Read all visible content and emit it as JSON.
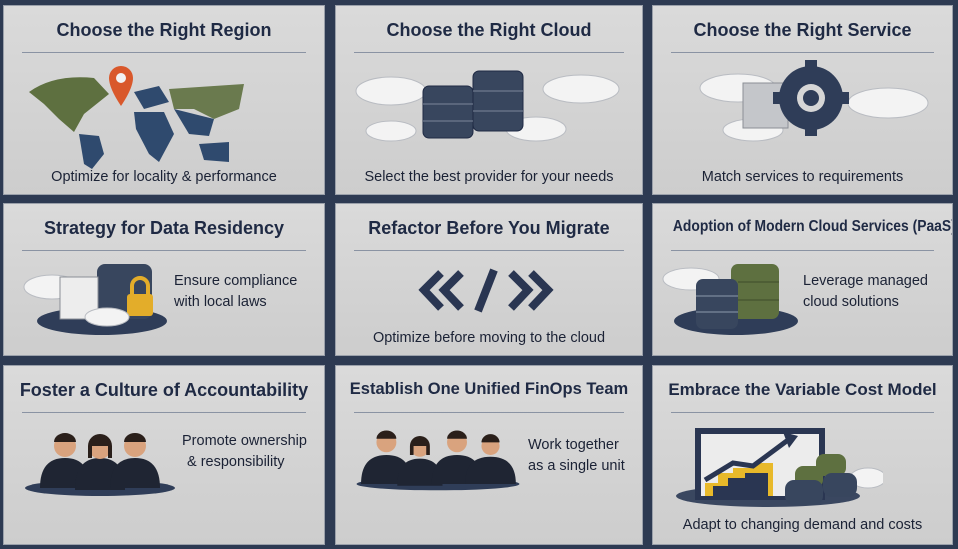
{
  "cards": [
    {
      "title": "Choose the Right Region",
      "description": "Optimize for locality & performance",
      "icon": "world-map-pin-icon"
    },
    {
      "title": "Choose the Right Cloud",
      "description": "Select the best provider for your needs",
      "icon": "cloud-servers-icon"
    },
    {
      "title": "Choose the Right Service",
      "description": "Match services to requirements",
      "icon": "gear-cloud-icon"
    },
    {
      "title": "Strategy for Data Residency",
      "description_line1": "Ensure compliance",
      "description_line2": "with local laws",
      "icon": "database-lock-icon"
    },
    {
      "title": "Refactor Before You Migrate",
      "description": "Optimize before moving to the cloud",
      "icon": "code-brackets-icon"
    },
    {
      "title": "Adoption of Modern Cloud Services (PaaS)",
      "description_line1": "Leverage managed",
      "description_line2": "cloud solutions",
      "icon": "managed-database-icon"
    },
    {
      "title": "Foster a Culture of Accountability",
      "description_line1": "Promote ownership",
      "description_line2": "& responsibility",
      "icon": "team-people-icon"
    },
    {
      "title": "Establish One Unified FinOps Team",
      "description_line1": "Work together",
      "description_line2": "as a single unit",
      "icon": "team-group-icon"
    },
    {
      "title": "Embrace the Variable Cost Model",
      "description": "Adapt to changing demand and costs",
      "icon": "growth-chart-icon"
    }
  ],
  "colors": {
    "navy": "#2d3a52",
    "card": "#d4d4d4",
    "green": "#5e7040",
    "pin": "#d9582b",
    "gold": "#e8b92a"
  }
}
